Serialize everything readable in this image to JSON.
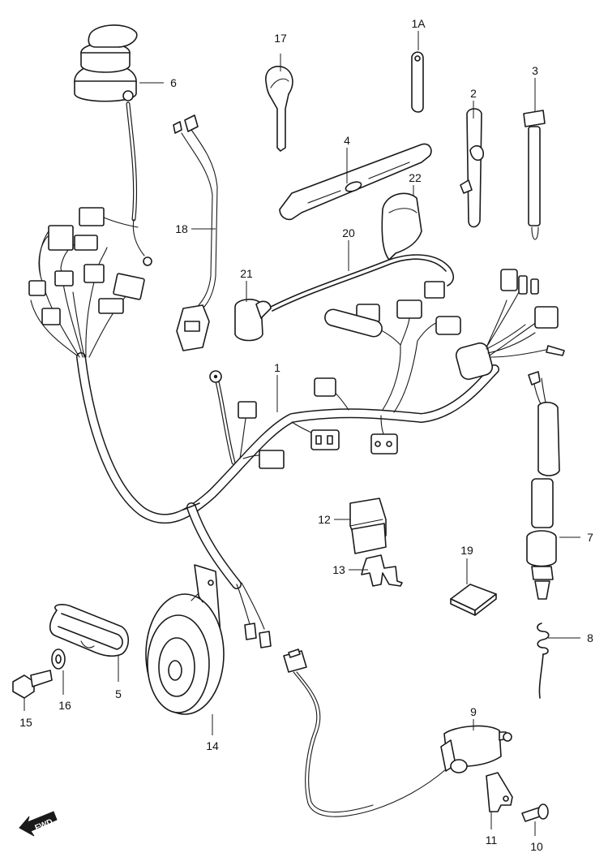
{
  "callouts": {
    "c1": "1",
    "c1a": "1A",
    "c2": "2",
    "c3": "3",
    "c4": "4",
    "c5": "5",
    "c6": "6",
    "c7": "7",
    "c8": "8",
    "c9": "9",
    "c10": "10",
    "c11": "11",
    "c12": "12",
    "c13": "13",
    "c14": "14",
    "c15": "15",
    "c16": "16",
    "c17": "17",
    "c18": "18",
    "c19": "19",
    "c20": "20",
    "c21": "21",
    "c22": "22"
  },
  "direction_marker": {
    "label": "FWD",
    "icon": "fwd-arrow-icon"
  },
  "colors": {
    "line": "#1a1a1a",
    "background": "#ffffff"
  }
}
